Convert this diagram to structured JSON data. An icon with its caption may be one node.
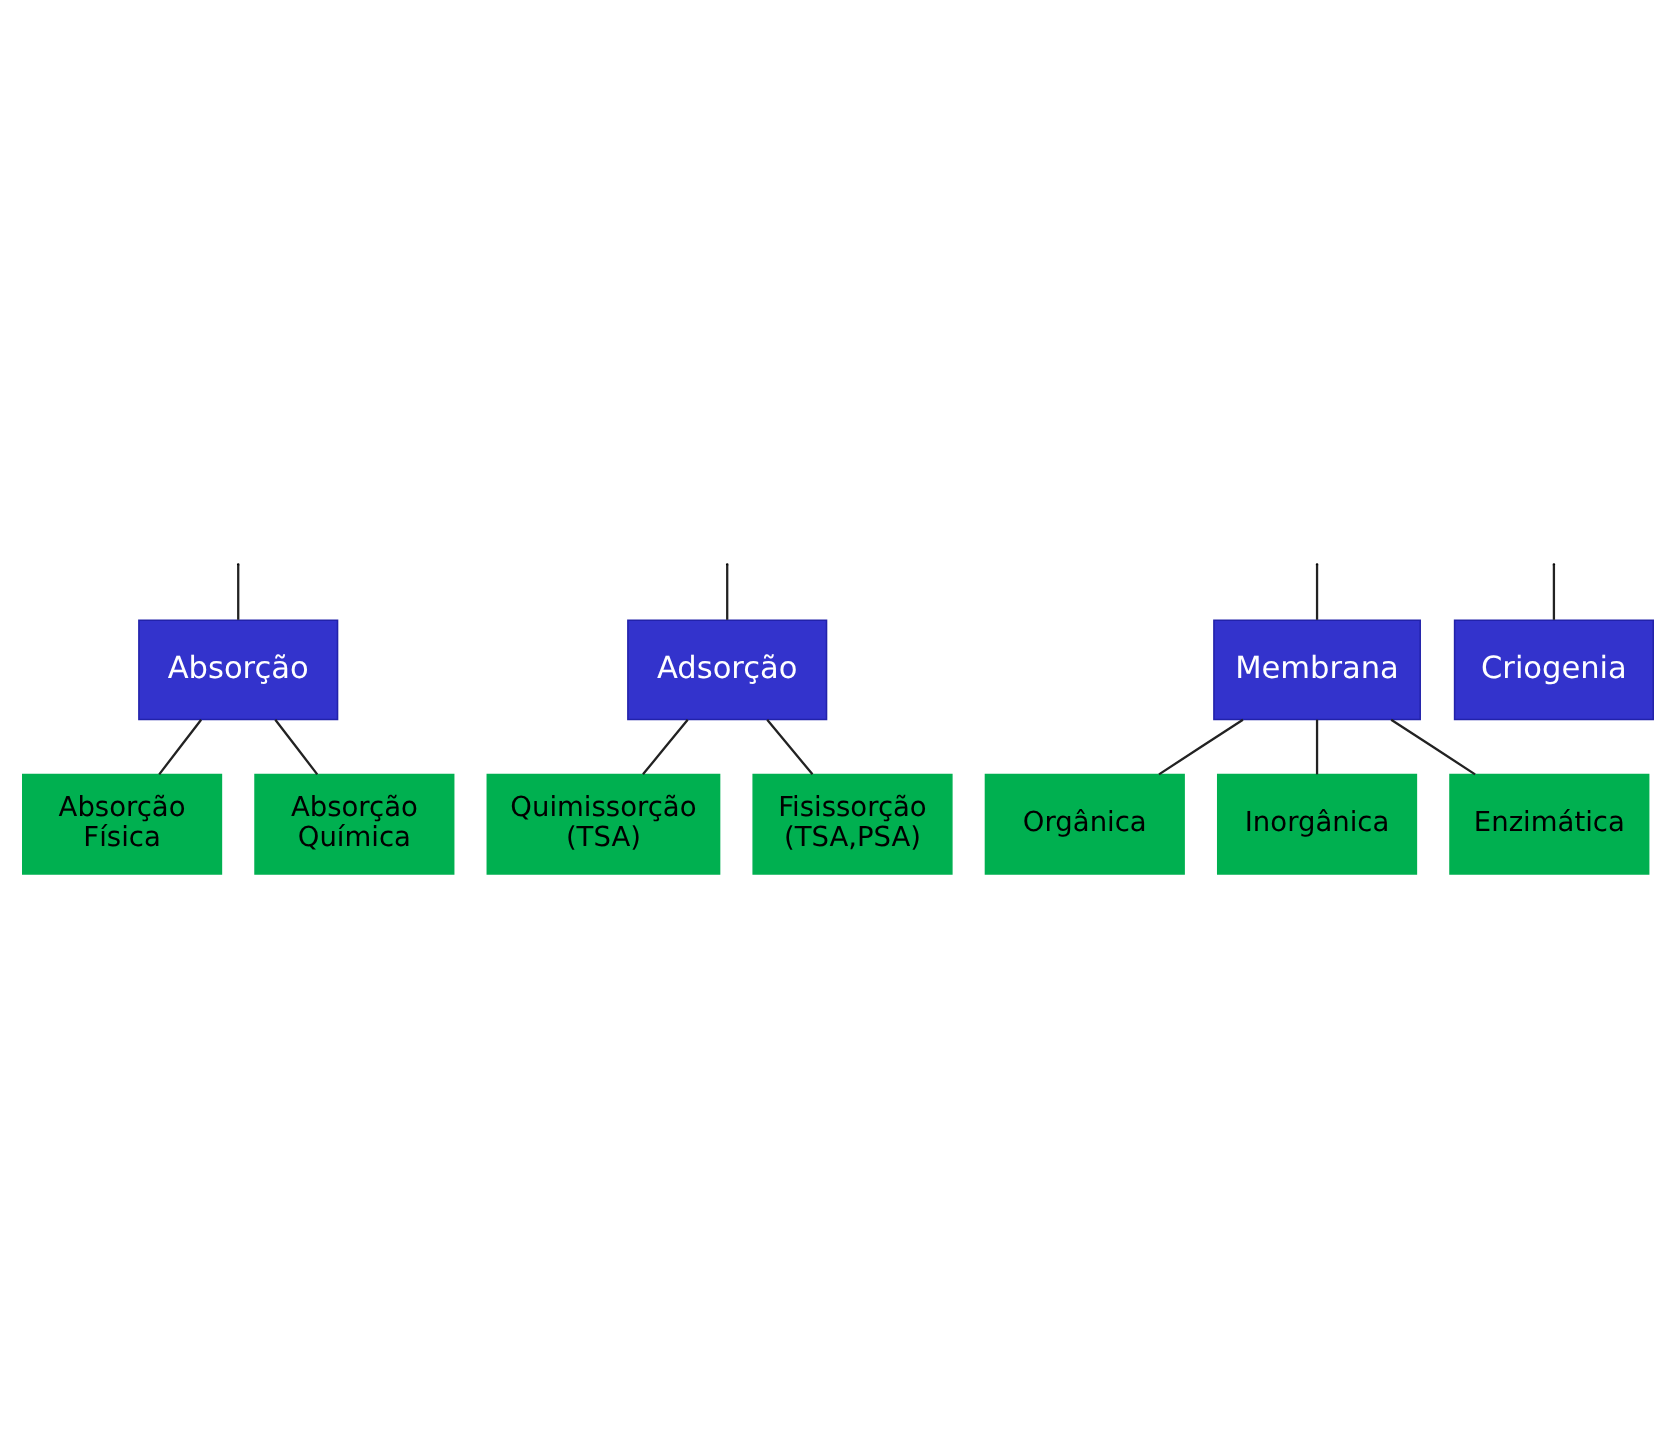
{
  "diagram": {
    "nodes": [
      {
        "text": [
          "Absorção"
        ]
      },
      {
        "text": [
          "Adsorção"
        ]
      },
      {
        "text": [
          "Membrana"
        ]
      },
      {
        "text": [
          "Criogenia"
        ]
      },
      {
        "text": [
          "Absorção Física"
        ]
      },
      {
        "text": [
          "Absorção Química"
        ]
      },
      {
        "text": [
          "Quimissorção",
          "(TSA)"
        ]
      },
      {
        "text": [
          "Fisissorção (TSA,PSA)"
        ]
      },
      {
        "text": [
          "Orgânica"
        ]
      },
      {
        "text": [
          "Inorgânica"
        ]
      },
      {
        "text": [
          "Enzimática"
        ]
      }
    ],
    "edges": [
      {
        "from": null,
        "to": 0,
        "arrow": "none"
      },
      {
        "from": null,
        "to": 1,
        "arrow": "none"
      },
      {
        "from": null,
        "to": 2,
        "arrow": "none"
      },
      {
        "from": null,
        "to": 3,
        "arrow": "none"
      },
      {
        "from": 0,
        "to": 4,
        "arrow": "none"
      },
      {
        "from": 0,
        "to": 5,
        "arrow": "none"
      },
      {
        "from": 1,
        "to": 6,
        "arrow": "none"
      },
      {
        "from": 1,
        "to": 7,
        "arrow": "none"
      },
      {
        "from": 2,
        "to": 8,
        "arrow": "none"
      },
      {
        "from": 2,
        "to": 9,
        "arrow": "none"
      },
      {
        "from": 2,
        "to": 10,
        "arrow": "none"
      }
    ]
  }
}
